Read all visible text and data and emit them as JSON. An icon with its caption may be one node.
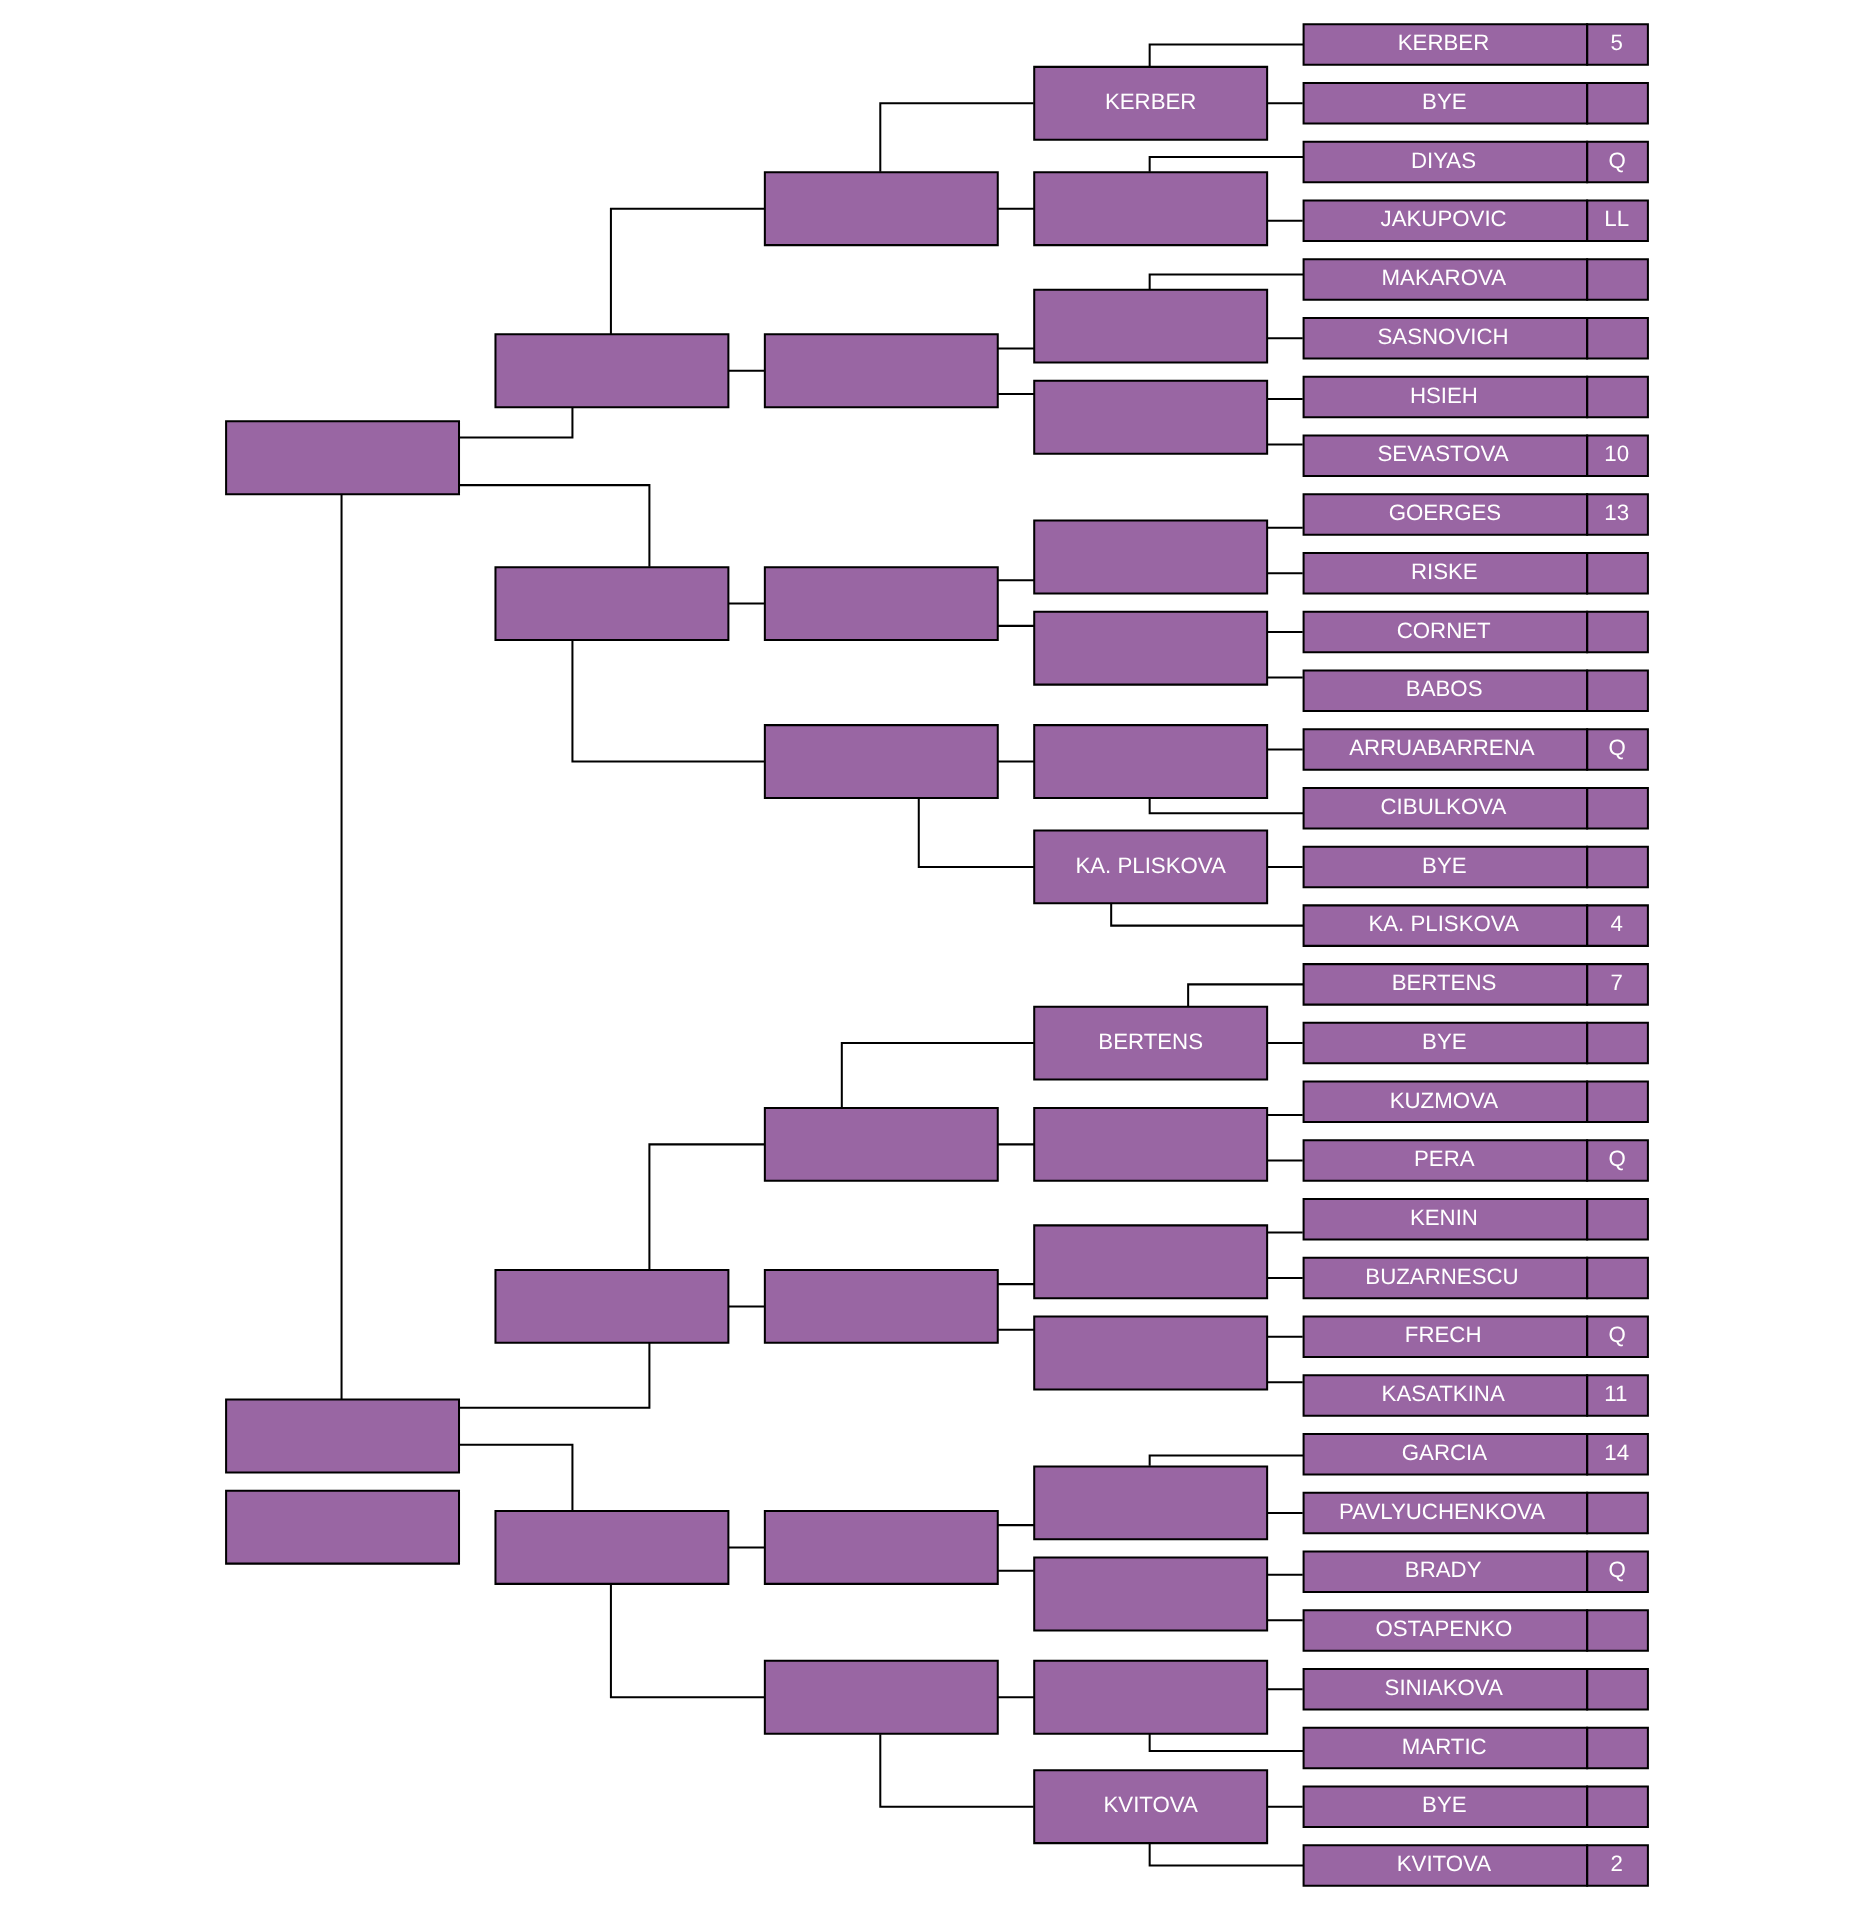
{
  "diagram": {
    "nodes": [
      {
        "text": [],
        "shape": "box"
      },
      {
        "text": [],
        "shape": "box"
      },
      {
        "text": [],
        "shape": "box"
      },
      {
        "text": [],
        "shape": "box"
      },
      {
        "text": [],
        "shape": "box"
      },
      {
        "text": [],
        "shape": "box"
      },
      {
        "text": [],
        "shape": "box"
      },
      {
        "text": [],
        "shape": "box"
      },
      {
        "text": [],
        "shape": "box"
      },
      {
        "text": [],
        "shape": "box"
      },
      {
        "text": [],
        "shape": "box"
      },
      {
        "text": [],
        "shape": "box"
      },
      {
        "text": [],
        "shape": "box"
      },
      {
        "text": [],
        "shape": "box"
      },
      {
        "text": [],
        "shape": "box"
      },
      {
        "text": [
          "KERBER"
        ]
      },
      {
        "text": [],
        "shape": "box"
      },
      {
        "text": [],
        "shape": "box"
      },
      {
        "text": [],
        "shape": "box"
      },
      {
        "text": [],
        "shape": "box"
      },
      {
        "text": [],
        "shape": "box"
      },
      {
        "text": [],
        "shape": "box"
      },
      {
        "text": [
          "KA. PLISKOVA"
        ]
      },
      {
        "text": [
          "BERTENS"
        ]
      },
      {
        "text": [],
        "shape": "box"
      },
      {
        "text": [],
        "shape": "box"
      },
      {
        "text": [],
        "shape": "box"
      },
      {
        "text": [],
        "shape": "box"
      },
      {
        "text": [],
        "shape": "box"
      },
      {
        "text": [],
        "shape": "box"
      },
      {
        "text": [
          "KVITOVA"
        ]
      },
      {
        "text": [
          "KERBER",
          "5"
        ]
      },
      {
        "text": [
          "BYE"
        ]
      },
      {
        "text": [
          "DIYAS",
          "Q"
        ]
      },
      {
        "text": [
          "JAKUPOVIC",
          "LL"
        ]
      },
      {
        "text": [
          "MAKAROVA"
        ]
      },
      {
        "text": [
          "SASNOVICH"
        ]
      },
      {
        "text": [
          "HSIEH"
        ]
      },
      {
        "text": [
          "SEVASTOVA",
          "10"
        ]
      },
      {
        "text": [
          "GOERGES",
          "13"
        ]
      },
      {
        "text": [
          "RISKE"
        ]
      },
      {
        "text": [
          "CORNET"
        ]
      },
      {
        "text": [
          "BABOS"
        ]
      },
      {
        "text": [
          "ARRUABARRENA",
          "Q"
        ]
      },
      {
        "text": [
          "CIBULKOVA"
        ]
      },
      {
        "text": [
          "BYE"
        ]
      },
      {
        "text": [
          "KA. PLISKOVA",
          "4"
        ]
      },
      {
        "text": [
          "BERTENS",
          "7"
        ]
      },
      {
        "text": [
          "BYE"
        ]
      },
      {
        "text": [
          "KUZMOVA"
        ]
      },
      {
        "text": [
          "PERA",
          "Q"
        ]
      },
      {
        "text": [
          "KENIN"
        ]
      },
      {
        "text": [
          "BUZARNESCU"
        ]
      },
      {
        "text": [
          "FRECH",
          "Q"
        ]
      },
      {
        "text": [
          "KASATKINA",
          "11"
        ]
      },
      {
        "text": [
          "GARCIA",
          "14"
        ]
      },
      {
        "text": [
          "PAVLYUCHENKOVA"
        ]
      },
      {
        "text": [
          "BRADY",
          "Q"
        ]
      },
      {
        "text": [
          "OSTAPENKO"
        ]
      },
      {
        "text": [
          "SINIAKOVA"
        ]
      },
      {
        "text": [
          "MARTIC"
        ]
      },
      {
        "text": [
          "BYE"
        ]
      },
      {
        "text": [
          "KVITOVA",
          "2"
        ]
      }
    ],
    "edges": [
      {
        "from": 1,
        "to": 2,
        "arrow": "none"
      },
      {
        "from": 3,
        "to": 1,
        "arrow": "none"
      },
      {
        "from": 4,
        "to": 1,
        "arrow": "none"
      },
      {
        "from": 5,
        "to": 2,
        "arrow": "none"
      },
      {
        "from": 6,
        "to": 2,
        "arrow": "none"
      },
      {
        "from": 7,
        "to": 3,
        "arrow": "none"
      },
      {
        "from": 8,
        "to": 3,
        "arrow": "none"
      },
      {
        "from": 9,
        "to": 4,
        "arrow": "none"
      },
      {
        "from": 10,
        "to": 4,
        "arrow": "none"
      },
      {
        "from": 11,
        "to": 5,
        "arrow": "none"
      },
      {
        "from": 12,
        "to": 5,
        "arrow": "none"
      },
      {
        "from": 13,
        "to": 6,
        "arrow": "none"
      },
      {
        "from": 14,
        "to": 6,
        "arrow": "none"
      },
      {
        "from": 15,
        "to": 7,
        "arrow": "none"
      },
      {
        "from": 16,
        "to": 7,
        "arrow": "none"
      },
      {
        "from": 17,
        "to": 8,
        "arrow": "none"
      },
      {
        "from": 18,
        "to": 8,
        "arrow": "none"
      },
      {
        "from": 19,
        "to": 9,
        "arrow": "none"
      },
      {
        "from": 20,
        "to": 9,
        "arrow": "none"
      },
      {
        "from": 21,
        "to": 10,
        "arrow": "none"
      },
      {
        "from": 22,
        "to": 10,
        "arrow": "none"
      },
      {
        "from": 23,
        "to": 11,
        "arrow": "none"
      },
      {
        "from": 24,
        "to": 11,
        "arrow": "none"
      },
      {
        "from": 25,
        "to": 12,
        "arrow": "none"
      },
      {
        "from": 26,
        "to": 12,
        "arrow": "none"
      },
      {
        "from": 27,
        "to": 13,
        "arrow": "none"
      },
      {
        "from": 28,
        "to": 13,
        "arrow": "none"
      },
      {
        "from": 29,
        "to": 14,
        "arrow": "none"
      },
      {
        "from": 30,
        "to": 14,
        "arrow": "none"
      },
      {
        "from": 31,
        "to": 15,
        "arrow": "none"
      },
      {
        "from": 32,
        "to": 15,
        "arrow": "none"
      },
      {
        "from": 33,
        "to": 16,
        "arrow": "none"
      },
      {
        "from": 34,
        "to": 16,
        "arrow": "none"
      },
      {
        "from": 35,
        "to": 17,
        "arrow": "none"
      },
      {
        "from": 36,
        "to": 17,
        "arrow": "none"
      },
      {
        "from": 37,
        "to": 18,
        "arrow": "none"
      },
      {
        "from": 38,
        "to": 18,
        "arrow": "none"
      },
      {
        "from": 39,
        "to": 19,
        "arrow": "none"
      },
      {
        "from": 40,
        "to": 19,
        "arrow": "none"
      },
      {
        "from": 41,
        "to": 20,
        "arrow": "none"
      },
      {
        "from": 42,
        "to": 20,
        "arrow": "none"
      },
      {
        "from": 43,
        "to": 21,
        "arrow": "none"
      },
      {
        "from": 44,
        "to": 21,
        "arrow": "none"
      },
      {
        "from": 45,
        "to": 22,
        "arrow": "none"
      },
      {
        "from": 46,
        "to": 22,
        "arrow": "none"
      },
      {
        "from": 47,
        "to": 23,
        "arrow": "none"
      },
      {
        "from": 48,
        "to": 23,
        "arrow": "none"
      },
      {
        "from": 49,
        "to": 24,
        "arrow": "none"
      },
      {
        "from": 50,
        "to": 24,
        "arrow": "none"
      },
      {
        "from": 51,
        "to": 25,
        "arrow": "none"
      },
      {
        "from": 52,
        "to": 25,
        "arrow": "none"
      },
      {
        "from": 53,
        "to": 26,
        "arrow": "none"
      },
      {
        "from": 54,
        "to": 26,
        "arrow": "none"
      },
      {
        "from": 55,
        "to": 27,
        "arrow": "none"
      },
      {
        "from": 56,
        "to": 27,
        "arrow": "none"
      },
      {
        "from": 57,
        "to": 28,
        "arrow": "none"
      },
      {
        "from": 58,
        "to": 28,
        "arrow": "none"
      },
      {
        "from": 59,
        "to": 29,
        "arrow": "none"
      },
      {
        "from": 60,
        "to": 29,
        "arrow": "none"
      },
      {
        "from": 61,
        "to": 30,
        "arrow": "none"
      },
      {
        "from": 62,
        "to": 30,
        "arrow": "none"
      }
    ]
  }
}
